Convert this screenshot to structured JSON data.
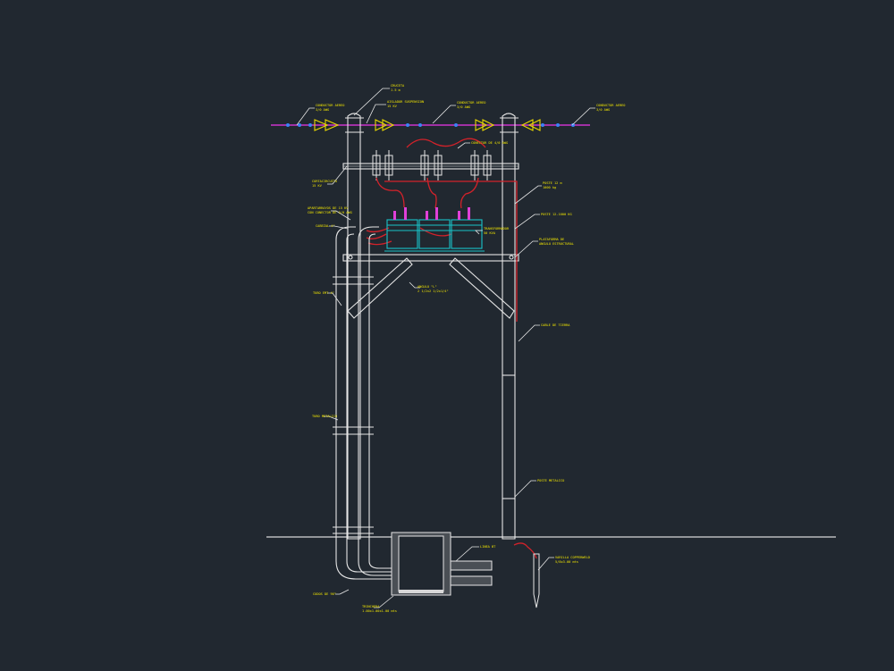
{
  "colors": {
    "background": "#212830",
    "structure": "#e6e6e6",
    "annotation": "#f2e600",
    "conductor": "#cc33cc",
    "cable": "#d3222a",
    "transformer": "#19c3c8",
    "bushing": "#e040d8",
    "ground": "#d8d8d8"
  },
  "labels": [
    {
      "id": "lbl-1",
      "lines": [
        "CRUCETA",
        "1.5 m"
      ]
    },
    {
      "id": "lbl-2",
      "lines": [
        "AISLADOR SUSPENSION",
        "15 KV"
      ]
    },
    {
      "id": "lbl-3",
      "lines": [
        "CONDUCTOR AEREO",
        "3/0 AWG"
      ]
    },
    {
      "id": "lbl-4",
      "lines": [
        "CONDUCTOR AEREO",
        "3/0 AWG"
      ]
    },
    {
      "id": "lbl-5",
      "lines": [
        "CONDUCTOR AEREO",
        "3/0 AWG"
      ]
    },
    {
      "id": "lbl-6",
      "lines": [
        "CONECTOR DE 4/0 AWG"
      ]
    },
    {
      "id": "lbl-7",
      "lines": [
        "CORTACIRCUITO",
        "15 KV"
      ]
    },
    {
      "id": "lbl-8",
      "lines": [
        "APARTARRAYOS DE 15 KV",
        "CON CONECTOR DE 3/0 AWG"
      ]
    },
    {
      "id": "lbl-9",
      "lines": [
        "CABEZAL 4\""
      ]
    },
    {
      "id": "lbl-10",
      "lines": [
        "TUBO EMT 4\""
      ]
    },
    {
      "id": "lbl-11",
      "lines": [
        "TUBO METALICO"
      ]
    },
    {
      "id": "lbl-12",
      "lines": [
        "CODOS DE 90°"
      ]
    },
    {
      "id": "lbl-13",
      "lines": [
        "TRINCHERA",
        "1.00x1.00x1.00 mts"
      ]
    },
    {
      "id": "lbl-14",
      "lines": [
        "LINEA BT"
      ]
    },
    {
      "id": "lbl-15",
      "lines": [
        "POSTE 12 m",
        "1000 kg"
      ]
    },
    {
      "id": "lbl-16",
      "lines": [
        "POSTE 12-1000 KG"
      ]
    },
    {
      "id": "lbl-17",
      "lines": [
        "TRANSFORMADOR",
        "50 KVA"
      ]
    },
    {
      "id": "lbl-18",
      "lines": [
        "PLATAFORMA DE",
        "ANGULO ESTRUCTURAL"
      ]
    },
    {
      "id": "lbl-19",
      "lines": [
        "ANGULO \"L\"",
        "2 1/2x2 1/2x1/4\""
      ]
    },
    {
      "id": "lbl-20",
      "lines": [
        "CABLE DE TIERRA"
      ]
    },
    {
      "id": "lbl-21",
      "lines": [
        "POSTE METALICO"
      ]
    },
    {
      "id": "lbl-22",
      "lines": [
        "VARILLA COPPERWELD",
        "5/8x3.00 mts"
      ]
    }
  ]
}
